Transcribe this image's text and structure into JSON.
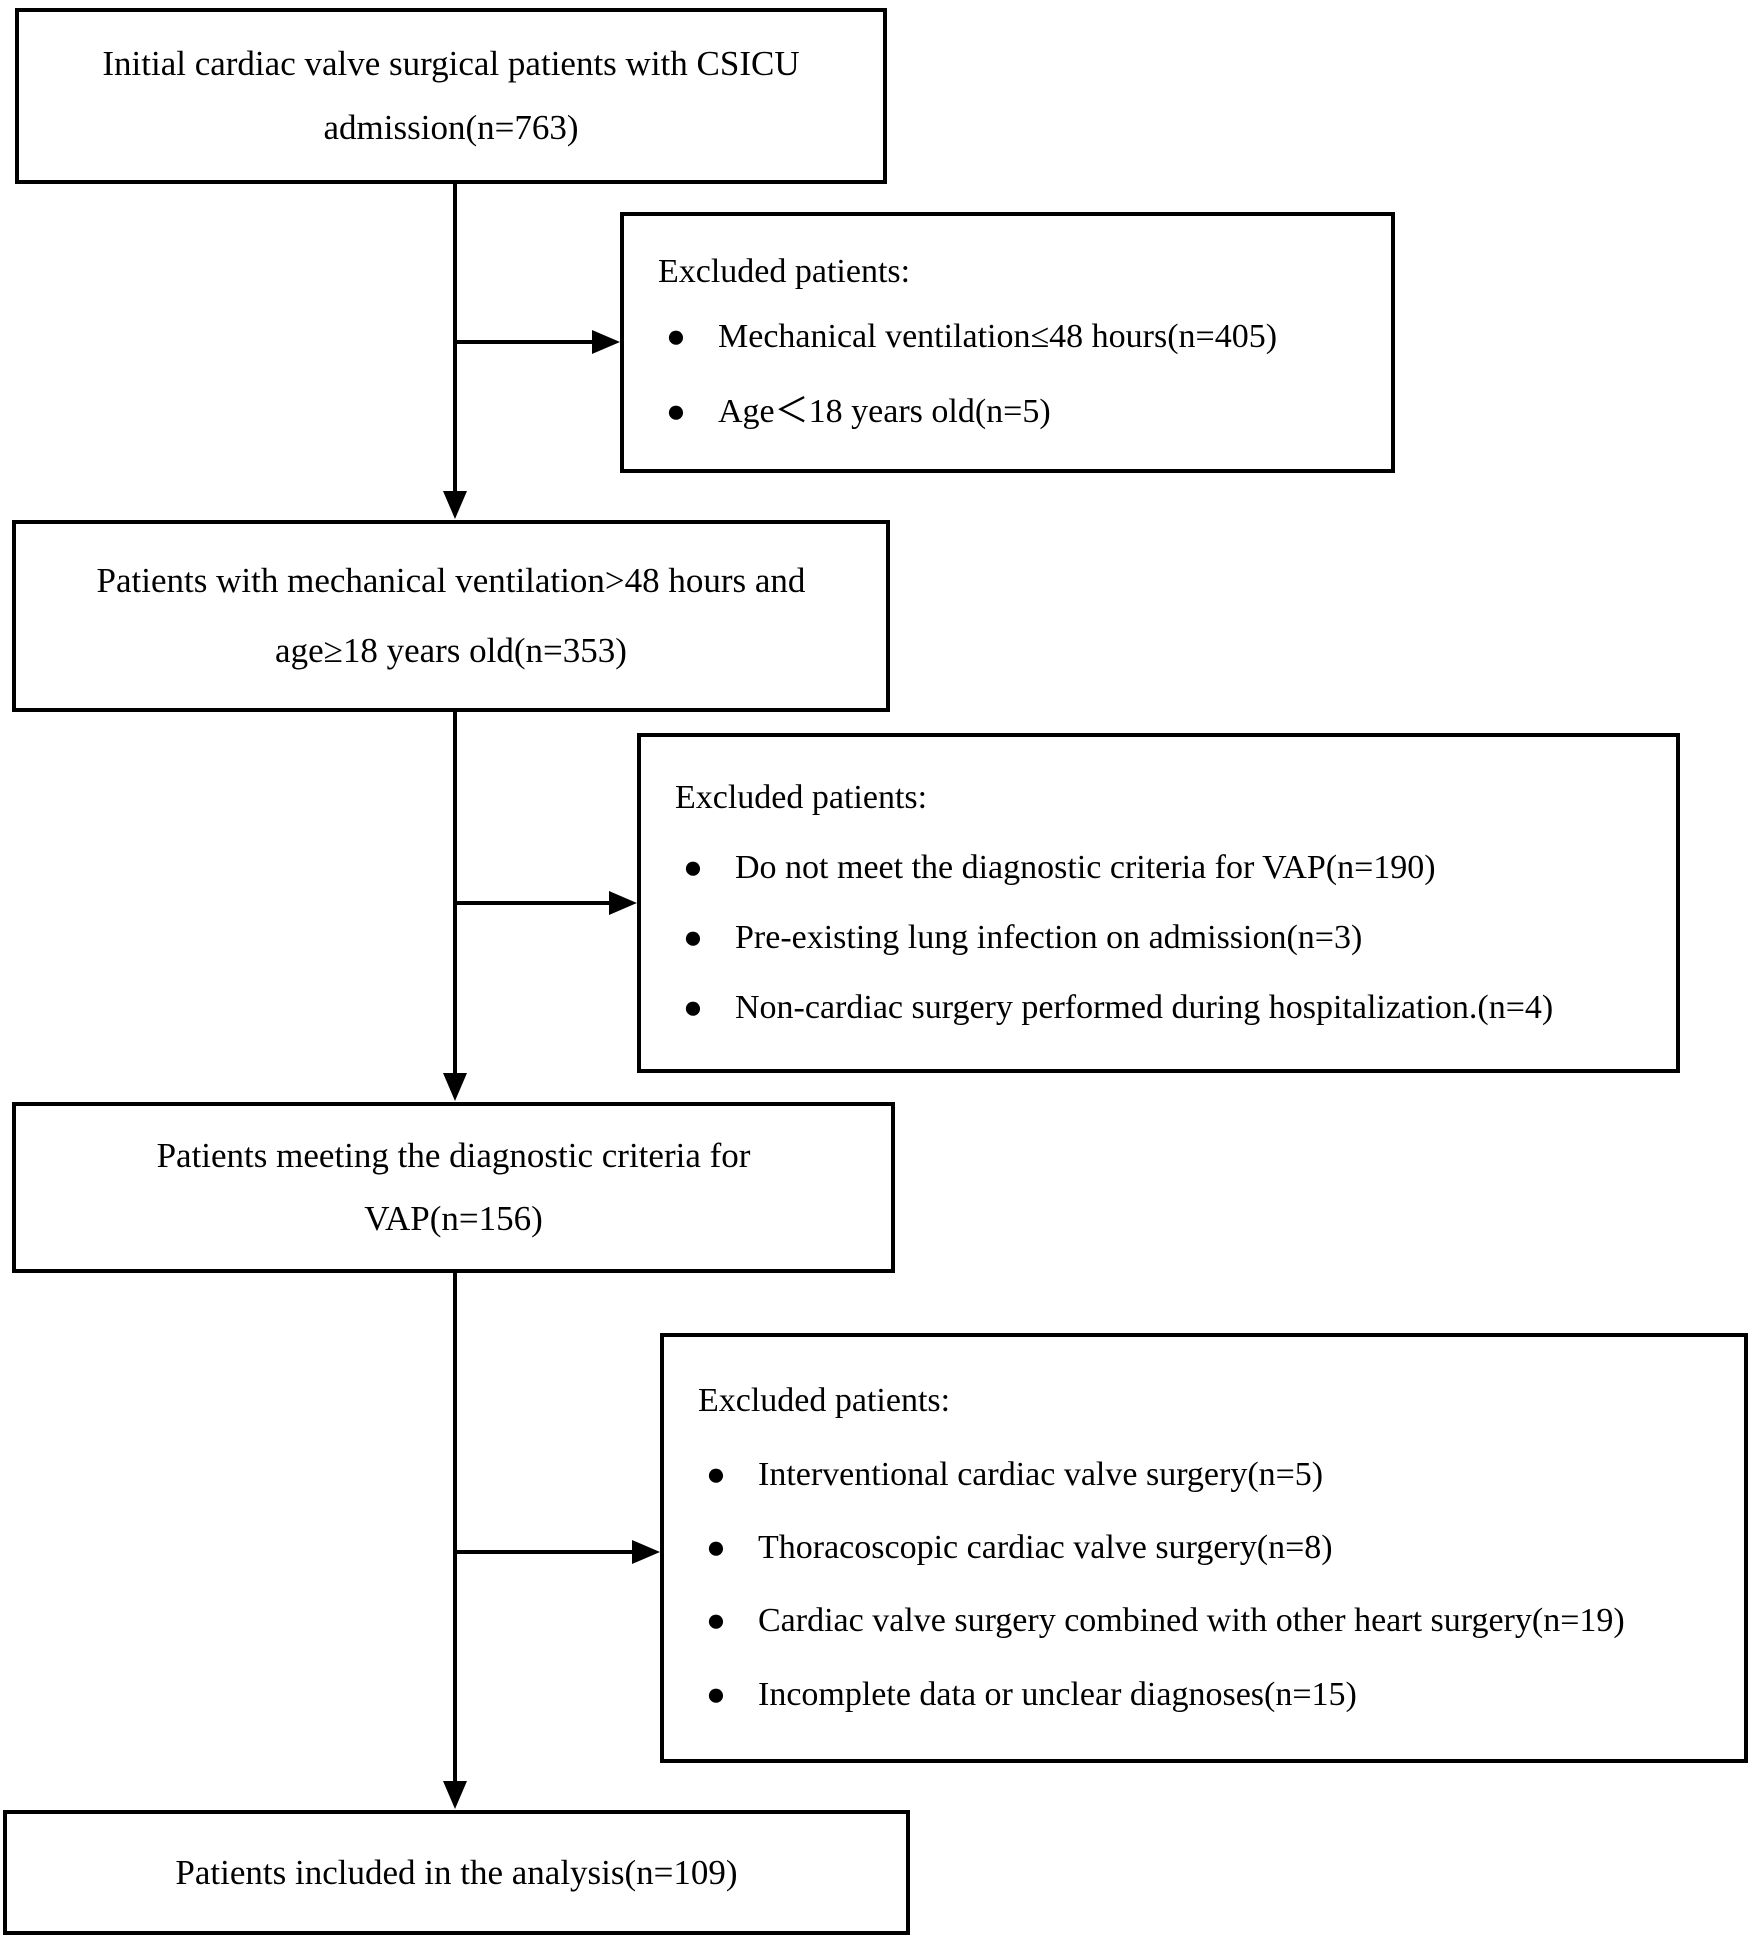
{
  "flow": {
    "initial": {
      "lines": [
        "Initial cardiac valve surgical patients with CSICU",
        "admission(n=763)"
      ]
    },
    "excluded1": {
      "heading": "Excluded patients:",
      "items": [
        "Mechanical ventilation≤48 hours(n=405)",
        "Age＜18 years old(n=5)"
      ]
    },
    "ventilated": {
      "lines": [
        "Patients with mechanical ventilation>48 hours and",
        "age≥18 years old(n=353)"
      ]
    },
    "excluded2": {
      "heading": "Excluded patients:",
      "items": [
        "Do not meet the diagnostic criteria for VAP(n=190)",
        "Pre-existing lung infection on admission(n=3)",
        "Non-cardiac surgery performed during hospitalization.(n=4)"
      ]
    },
    "vap": {
      "lines": [
        "Patients meeting the diagnostic criteria for",
        "VAP(n=156)"
      ]
    },
    "excluded3": {
      "heading": "Excluded patients:",
      "items": [
        "Interventional cardiac valve surgery(n=5)",
        "Thoracoscopic cardiac valve surgery(n=8)",
        "Cardiac valve surgery combined with other heart surgery(n=19)",
        "Incomplete data or unclear diagnoses(n=15)"
      ]
    },
    "included": {
      "lines": [
        "Patients included in the analysis(n=109)"
      ]
    }
  },
  "glyphs": {
    "bullet": "●"
  },
  "colors": {
    "ink": "#000000",
    "background": "#ffffff"
  }
}
